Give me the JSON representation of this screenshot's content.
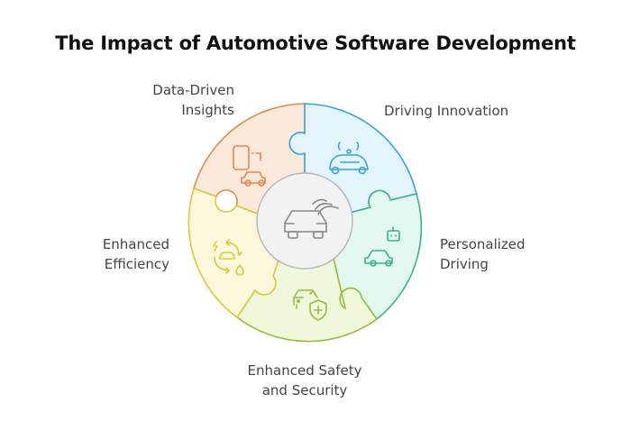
{
  "title": "The Impact of Automotive Software Development",
  "center": {
    "icon": "connected-car-icon",
    "fill": "#f2f2f2",
    "stroke": "#888888"
  },
  "segments": [
    {
      "id": "driving-innovation",
      "label_lines": [
        "Driving Innovation"
      ],
      "icon": "autonomous-car-icon",
      "fill": "#e4f4fc",
      "stroke": "#3aa3d4"
    },
    {
      "id": "personalized-driving",
      "label_lines": [
        "Personalized",
        "Driving"
      ],
      "icon": "robot-car-icon",
      "fill": "#e3f7ee",
      "stroke": "#3bb386"
    },
    {
      "id": "enhanced-safety-security",
      "label_lines": [
        "Enhanced Safety",
        "and Security"
      ],
      "icon": "car-shield-icon",
      "fill": "#f0f8dc",
      "stroke": "#94bd3e"
    },
    {
      "id": "enhanced-efficiency",
      "label_lines": [
        "Enhanced",
        "Efficiency"
      ],
      "icon": "eco-car-cycle-icon",
      "fill": "#fdf8dc",
      "stroke": "#d9c93a"
    },
    {
      "id": "data-driven-insights",
      "label_lines": [
        "Data-Driven",
        "Insights"
      ],
      "icon": "device-car-icon",
      "fill": "#fde9dc",
      "stroke": "#de8a4c"
    }
  ]
}
